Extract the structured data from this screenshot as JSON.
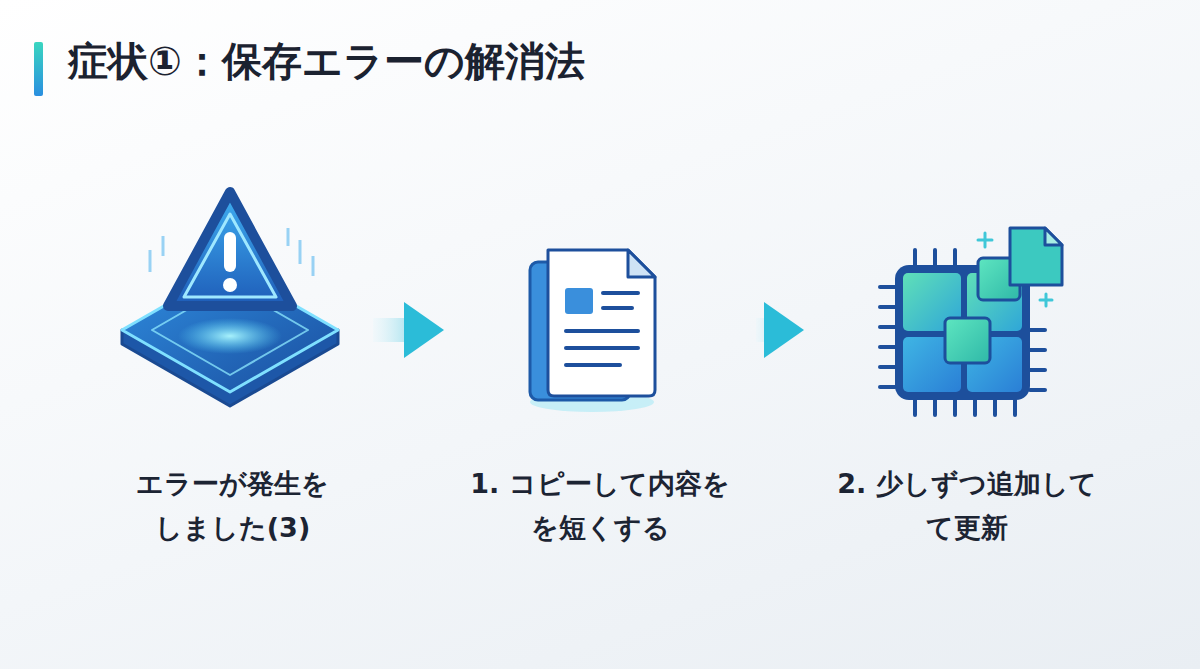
{
  "diagram": {
    "title": "症状①：保存エラーの解消法",
    "nodes": [
      {
        "text": [
          "エラーが発生を しました(3)"
        ]
      },
      {
        "text": [
          "1. コピーして内容を を短くする"
        ]
      },
      {
        "text": [
          "2. 少しずつ追加して て更新"
        ]
      }
    ],
    "edges": [
      {
        "from": 0,
        "to": 1,
        "arrow": "to"
      },
      {
        "from": 1,
        "to": 2,
        "arrow": "to"
      }
    ]
  }
}
